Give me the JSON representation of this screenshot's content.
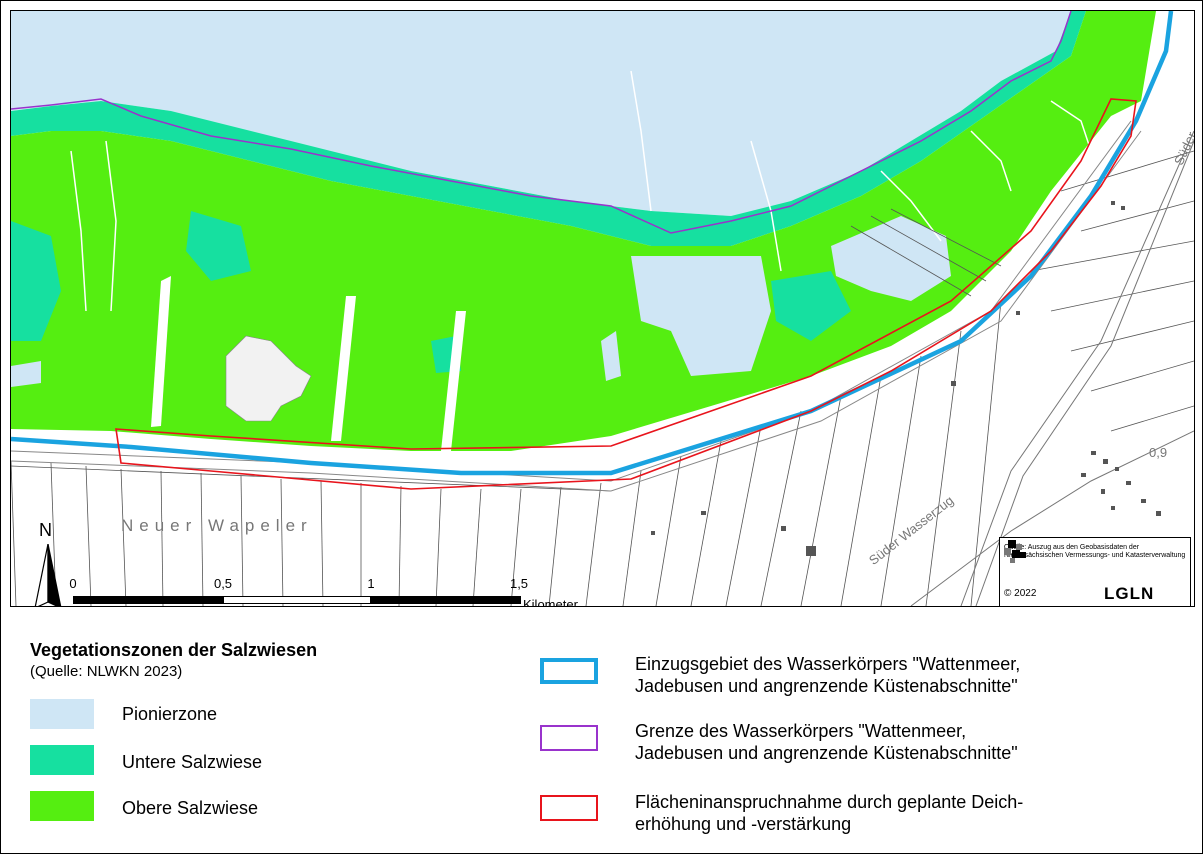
{
  "map": {
    "place_label": "Neuer Wapeler",
    "street_label_1": "Süder Wasserzug",
    "street_label_2": "Süder",
    "height_label": "0,9",
    "north_label": "N",
    "scale": {
      "ticks": [
        "0",
        "0,5",
        "1",
        "1,5"
      ],
      "unit": "Kilometer"
    },
    "credit": {
      "text": "Quelle: Auszug aus den Geobasisdaten der Niedersächsischen Vermessungs- und Katasterverwaltung",
      "copyright": "© 2022",
      "logo_text": "LGLN"
    },
    "colors": {
      "pioneer": "#cfe6f5",
      "lower": "#16e0a0",
      "upper": "#55ee11",
      "catchment": "#1aa3e0",
      "boundary": "#9933cc",
      "footprint": "#e8141c"
    }
  },
  "legend": {
    "title": "Vegetationszonen der Salzwiesen",
    "source": "(Quelle: NLWKN 2023)",
    "fills": [
      {
        "label": "Pionierzone",
        "color": "#cfe6f5"
      },
      {
        "label": "Untere Salzwiese",
        "color": "#16e0a0"
      },
      {
        "label": "Obere Salzwiese",
        "color": "#55ee11"
      }
    ],
    "lines": [
      {
        "line1": "Einzugsgebiet des Wasserkörpers \"Wattenmeer,",
        "line2": "Jadebusen und angrenzende Küstenabschnitte\"",
        "color": "#1aa3e0"
      },
      {
        "line1": "Grenze des Wasserkörpers \"Wattenmeer,",
        "line2": "Jadebusen und angrenzende Küstenabschnitte\"",
        "color": "#9933cc"
      },
      {
        "line1": "Flächeninanspruchnahme durch geplante Deich-",
        "line2": "erhöhung und -verstärkung",
        "color": "#e8141c"
      }
    ]
  }
}
